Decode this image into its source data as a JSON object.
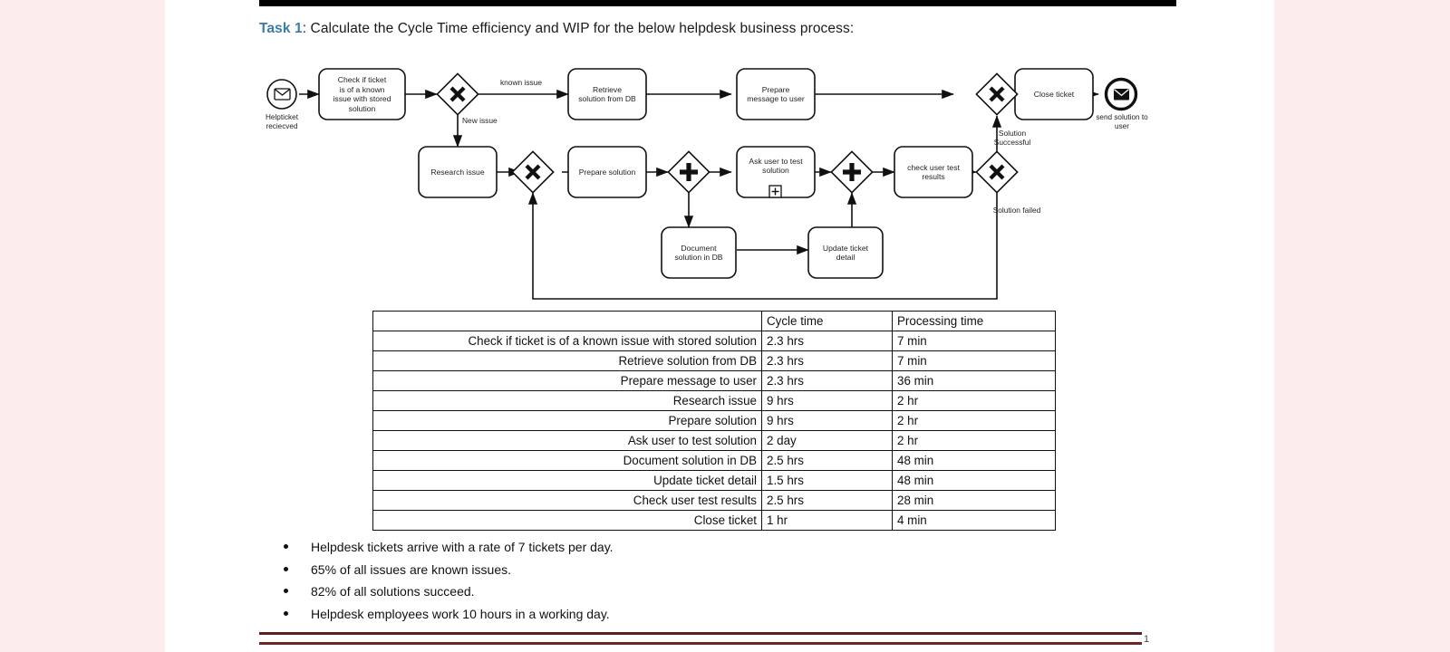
{
  "document": {
    "title_prefix": "Task 1",
    "title_rest": ": Calculate the Cycle Time efficiency and WIP for the below helpdesk business process:",
    "page_number": "1",
    "accent_color": "#3a7ca8",
    "rule_color": "#5e1f20",
    "page_background": "#ffffff",
    "canvas_background": "#fdecec"
  },
  "diagram": {
    "start_event": {
      "label": "Helpticket\nreciecved",
      "icon": "envelope-icon"
    },
    "end_event": {
      "label": "send solution to\nuser",
      "icon": "envelope-icon"
    },
    "tasks": [
      {
        "id": "check_ticket",
        "label": "Check if ticket\nis of a known\nissue with stored\nsolution"
      },
      {
        "id": "retrieve_solution",
        "label": "Retrieve\nsolution from DB"
      },
      {
        "id": "prepare_message",
        "label": "Prepare\nmessage to user"
      },
      {
        "id": "close_ticket",
        "label": "Close ticket"
      },
      {
        "id": "research_issue",
        "label": "Research issue"
      },
      {
        "id": "prepare_solution",
        "label": "Prepare solution"
      },
      {
        "id": "ask_user_test",
        "label": "Ask user to test\nsolution",
        "marker": "subprocess-plus-icon"
      },
      {
        "id": "check_user_test",
        "label": "check user test\nresults"
      },
      {
        "id": "document_solution",
        "label": "Document\nsolution in DB"
      },
      {
        "id": "update_ticket",
        "label": "Update ticket\ndetail"
      }
    ],
    "gateways": [
      {
        "id": "gw1",
        "type": "exclusive"
      },
      {
        "id": "gw2",
        "type": "exclusive"
      },
      {
        "id": "gw3",
        "type": "parallel"
      },
      {
        "id": "gw4",
        "type": "parallel"
      },
      {
        "id": "gw5",
        "type": "exclusive"
      },
      {
        "id": "gw6",
        "type": "exclusive"
      }
    ],
    "flow_labels": [
      {
        "id": "known_issue",
        "text": "known issue"
      },
      {
        "id": "new_issue",
        "text": "New issue"
      },
      {
        "id": "solution_successful",
        "text": "Solution\nSuccessful"
      },
      {
        "id": "solution_failed",
        "text": "Solution failed"
      }
    ]
  },
  "table": {
    "headers": [
      "",
      "Cycle time",
      "Processing time"
    ],
    "rows": [
      {
        "activity": "Check if ticket is of a known issue with stored solution",
        "cycle_time": "2.3 hrs",
        "processing_time": "7 min"
      },
      {
        "activity": "Retrieve solution from DB",
        "cycle_time": "2.3 hrs",
        "processing_time": "7 min"
      },
      {
        "activity": "Prepare message to user",
        "cycle_time": "2.3 hrs",
        "processing_time": "36 min"
      },
      {
        "activity": "Research issue",
        "cycle_time": "9 hrs",
        "processing_time": "2 hr"
      },
      {
        "activity": "Prepare solution",
        "cycle_time": "9 hrs",
        "processing_time": "2 hr"
      },
      {
        "activity": "Ask user to test solution",
        "cycle_time": "2 day",
        "processing_time": "2 hr"
      },
      {
        "activity": "Document solution in DB",
        "cycle_time": "2.5 hrs",
        "processing_time": "48 min"
      },
      {
        "activity": "Update ticket detail",
        "cycle_time": "1.5 hrs",
        "processing_time": "48 min"
      },
      {
        "activity": "Check user test results",
        "cycle_time": "2.5 hrs",
        "processing_time": "28 min"
      },
      {
        "activity": "Close ticket",
        "cycle_time": "1 hr",
        "processing_time": "4 min"
      }
    ]
  },
  "bullets": [
    "Helpdesk tickets arrive with a rate of 7 tickets per day.",
    "65% of all issues are known issues.",
    "82% of all solutions succeed.",
    "Helpdesk employees work 10 hours in a working day."
  ]
}
